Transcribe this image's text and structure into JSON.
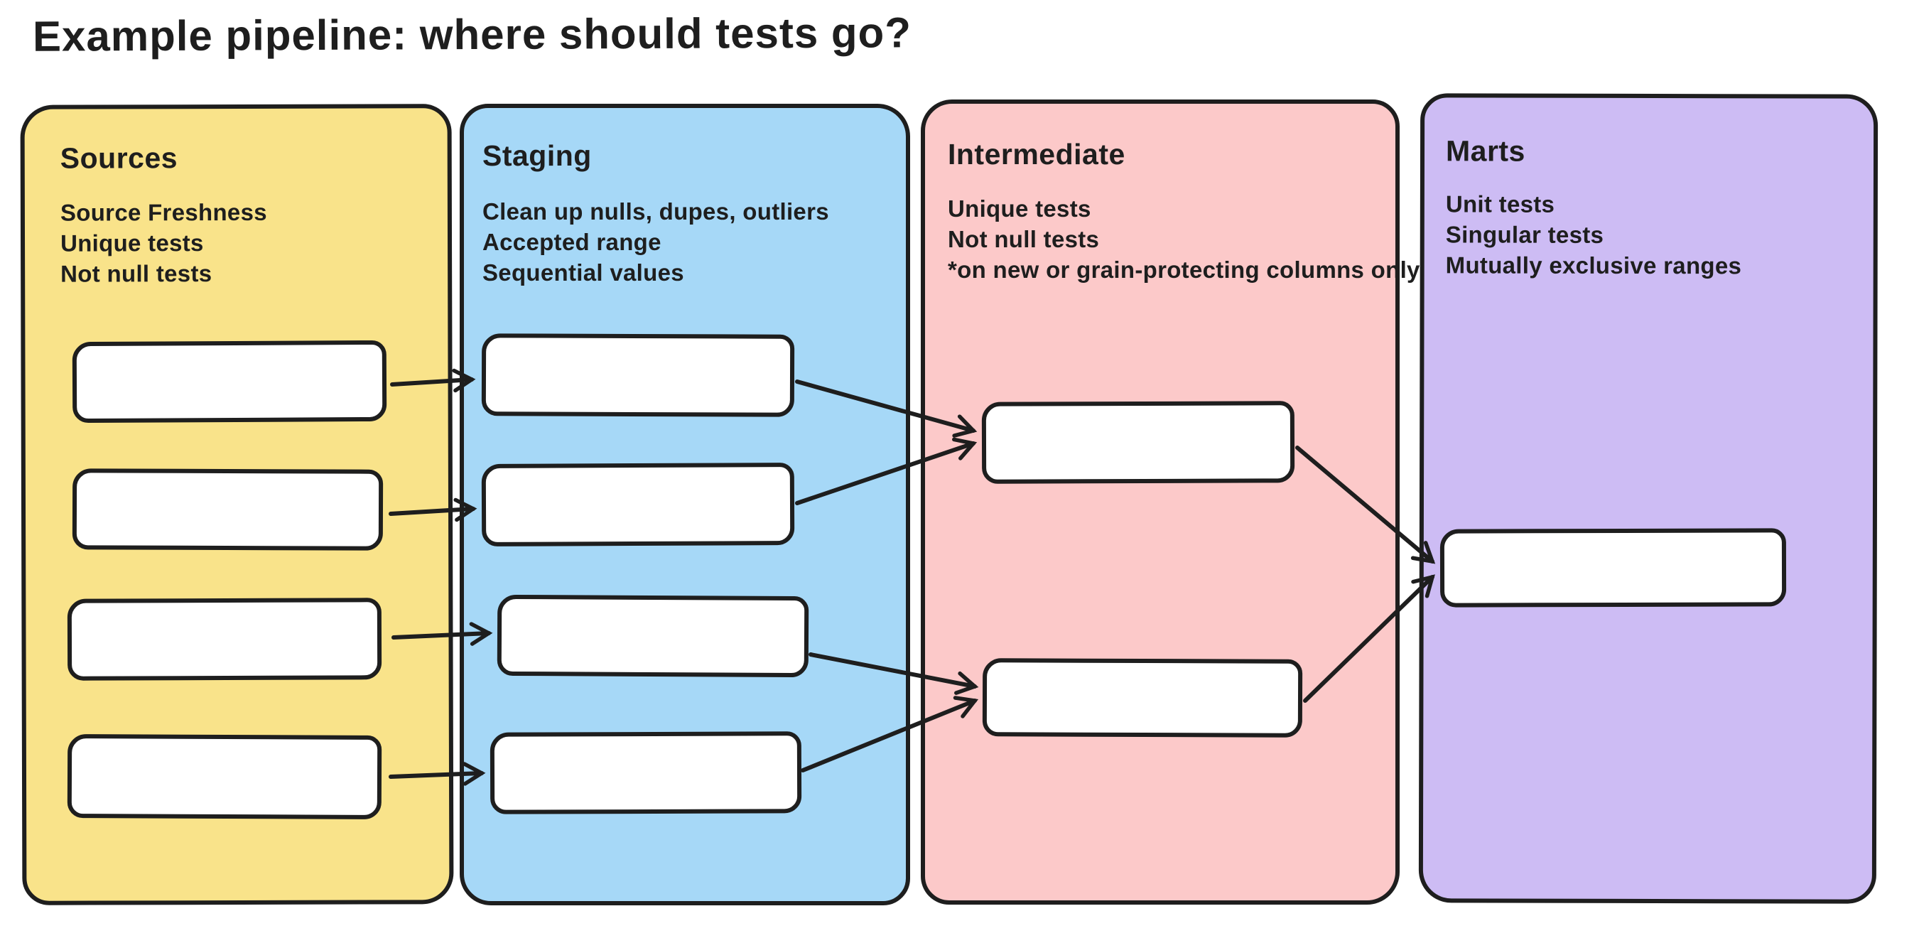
{
  "title": "Example pipeline: where should tests go?",
  "ink_color": "#1e1e1e",
  "node_fill": "#ffffff",
  "columns": [
    {
      "label": "Sources",
      "bg": "#f9e38a",
      "notes": [
        "Source Freshness",
        "Unique tests",
        "Not null tests"
      ]
    },
    {
      "label": "Staging",
      "bg": "#a6d8f7",
      "notes": [
        "Clean up nulls, dupes, outliers",
        "Accepted range",
        "Sequential values"
      ]
    },
    {
      "label": "Intermediate",
      "bg": "#fcc9c9",
      "notes": [
        "Unique tests",
        "Not null tests",
        "*on new or grain-protecting columns only"
      ]
    },
    {
      "label": "Marts",
      "bg": "#cdbcf4",
      "notes": [
        "Unit tests",
        "Singular tests",
        "Mutually exclusive ranges"
      ]
    }
  ]
}
